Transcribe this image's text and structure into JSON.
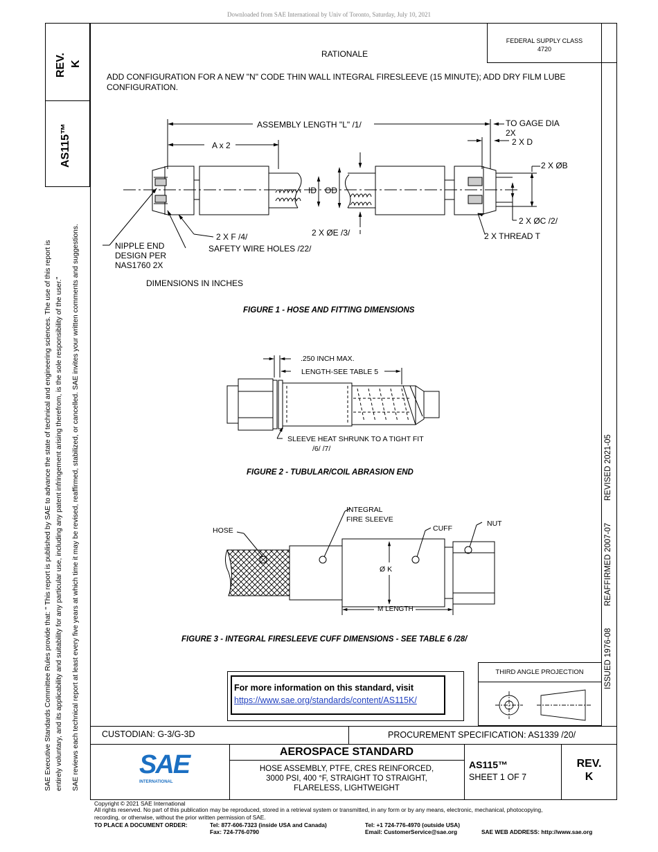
{
  "header": {
    "download_notice": "Downloaded from SAE International by Univ of Toronto, Saturday, July 10, 2021",
    "rev_label": "REV.",
    "rev_value": "K",
    "doc_number": "AS115™",
    "federal_supply_line1": "FEDERAL SUPPLY CLASS",
    "federal_supply_line2": "4720"
  },
  "rationale": {
    "title": "RATIONALE",
    "text_line1": "ADD CONFIGURATION FOR A NEW \"N\" CODE THIN WALL INTEGRAL FIRESLEEVE (15 MINUTE); ADD DRY FILM LUBE",
    "text_line2": "CONFIGURATION."
  },
  "figure1": {
    "assembly_length": "ASSEMBLY  LENGTH  \"L\"  /1/",
    "a_x2": "A x 2",
    "to_gage_dia": "TO GAGE DIA",
    "to_gage_2x": "2X",
    "two_x_d": "2 X D",
    "two_x_b": "2 X ØB",
    "id": "ID",
    "od": "OD",
    "two_x_c": "2  X ØC /2/",
    "two_x_thread": "2 X THREAD T",
    "two_x_e": "2 X ØE /3/",
    "two_x_f": "2 X F /4/",
    "safety_wire": "SAFETY WIRE HOLES /22/",
    "nipple_line1": "NIPPLE END",
    "nipple_line2": "DESIGN PER",
    "nipple_line3": "NAS1760  2X",
    "dimensions": "DIMENSIONS  IN  INCHES",
    "caption": "FIGURE 1 - HOSE AND FITTING DIMENSIONS"
  },
  "figure2": {
    "max_note": ".250 INCH MAX.",
    "length_note": "LENGTH-SEE TABLE 5",
    "sleeve_note": "SLEEVE HEAT SHRUNK TO A TIGHT FIT",
    "sleeve_refs": "/6/  /7/",
    "caption": "FIGURE 2 - TUBULAR/COIL ABRASION END"
  },
  "figure3": {
    "integral": "INTEGRAL",
    "fire_sleeve": "FIRE  SLEEVE",
    "hose": "HOSE",
    "cuff": "CUFF",
    "nut": "NUT",
    "k": "Ø  K",
    "m_length": "M  LENGTH",
    "caption": "FIGURE 3 - INTEGRAL FIRESLEEVE CUFF DIMENSIONS - SEE TABLE 6 /28/"
  },
  "info_box": {
    "title": "For more information on this standard, visit",
    "link": "https://www.sae.org/standards/content/AS115K/"
  },
  "projection": {
    "label": "THIRD ANGLE PROJECTION"
  },
  "side_history": {
    "issued": "ISSUED 1976-08",
    "reaffirmed": "REAFFIRMED 2007-07",
    "revised": "REVISED 2021-05"
  },
  "side_notice": {
    "line1": "SAE Executive Standards Committee Rules provide that: \"  This report is published by SAE to advance the state of technical and engineering sciences. The use of this report is",
    "line2": "entirely voluntary, and its applicability and suitability for any particular use, including any patent infringement arising therefrom, is the sole responsibility of the user.\"",
    "line3": "SAE reviews each technical report at least every five years at which time it may be revised, reaffirmed, stabilized, or cancelled. SAE invites your written comments and suggestions."
  },
  "title_block": {
    "custodian": "CUSTODIAN: G-3/G-3D",
    "procurement": "PROCUREMENT SPECIFICATION: AS1339 /20/",
    "logo_text": "SAE",
    "logo_sub": "INTERNATIONAL",
    "standard_type": "AEROSPACE STANDARD",
    "desc_line1": "HOSE ASSEMBLY, PTFE, CRES REINFORCED,",
    "desc_line2": "3000 PSI, 400 °F, STRAIGHT TO STRAIGHT,",
    "desc_line3": "FLARELESS, LIGHTWEIGHT",
    "doc_number": "AS115™",
    "sheet": "SHEET 1 OF 7",
    "rev_label": "REV.",
    "rev_value": "K"
  },
  "footer": {
    "copyright": "Copyright © 2021 SAE International",
    "rights1": "All rights reserved. No part of this publication may be reproduced, stored in a retrieval system or transmitted, in any form or by any means, electronic, mechanical, photocopying,",
    "rights2": "recording, or otherwise, without the prior written permission of SAE.",
    "order_label": "TO PLACE A DOCUMENT ORDER:",
    "tel_us": "Tel: 877-606-7323 (inside USA and Canada)",
    "fax": "Fax: 724-776-0790",
    "tel_intl": "Tel: +1 724-776-4970 (outside USA)",
    "email": "Email: CustomerService@sae.org",
    "web": "SAE WEB ADDRESS: http://www.sae.org"
  },
  "colors": {
    "ink": "#000000",
    "link": "#1f3fbf",
    "logo_blue": "#1b6fc2",
    "notice_gray": "#888888"
  }
}
